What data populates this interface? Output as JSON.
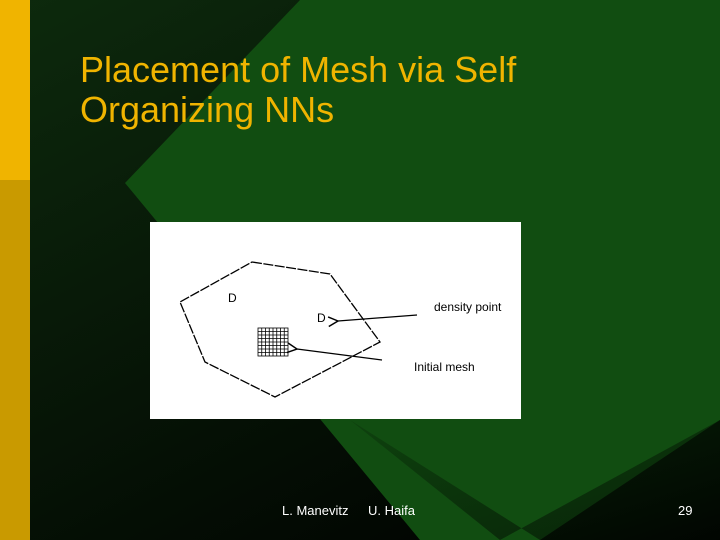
{
  "slide": {
    "title_line1": "Placement of Mesh via Self",
    "title_line2": "Organizing NNs",
    "colors": {
      "title": "#f0b400",
      "accent_bar": "#f0b400",
      "background_green": "#114d11",
      "background_dark": "#000000"
    }
  },
  "figure": {
    "label_d_outer": "D",
    "label_d_inner": "D",
    "label_density_point": "density point",
    "label_initial_mesh": "Initial mesh"
  },
  "footer": {
    "author": "L. Manevitz",
    "affiliation": "U. Haifa",
    "page_number": "29"
  }
}
